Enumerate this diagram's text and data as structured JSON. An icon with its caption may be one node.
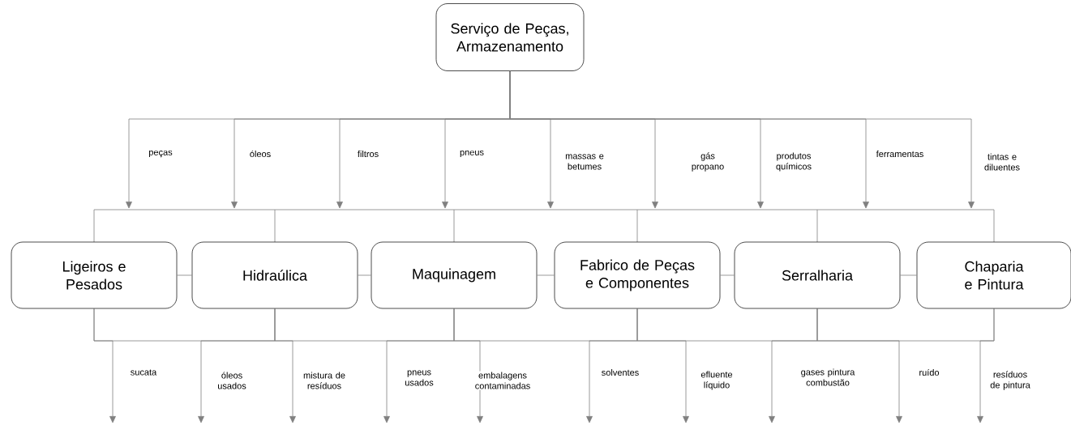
{
  "diagram": {
    "nodes": [
      {
        "text": [
          "Serviço de Peças, Armazenamento"
        ]
      },
      {
        "text": [
          "Ligeiros e Pesados"
        ]
      },
      {
        "text": [
          "Hidraúlica"
        ]
      },
      {
        "text": [
          "Maquinagem"
        ]
      },
      {
        "text": [
          "Fabrico de Peças e Componentes"
        ]
      },
      {
        "text": [
          "Serralharia"
        ]
      },
      {
        "text": [
          "Chaparia e Pintura"
        ]
      }
    ],
    "edges": [
      {
        "from": 0,
        "to": null,
        "arrow": "to",
        "label": "peças"
      },
      {
        "from": 0,
        "to": null,
        "arrow": "to",
        "label": "óleos"
      },
      {
        "from": 0,
        "to": null,
        "arrow": "to",
        "label": "filtros"
      },
      {
        "from": 0,
        "to": null,
        "arrow": "to",
        "label": "pneus"
      },
      {
        "from": 0,
        "to": null,
        "arrow": "to",
        "label": "massas e betumes"
      },
      {
        "from": 0,
        "to": null,
        "arrow": "to",
        "label": "gás propano"
      },
      {
        "from": 0,
        "to": null,
        "arrow": "to",
        "label": "produtos químicos"
      },
      {
        "from": 0,
        "to": null,
        "arrow": "to",
        "label": "ferramentas"
      },
      {
        "from": 0,
        "to": null,
        "arrow": "to",
        "label": "tintas e diluentes"
      },
      {
        "from": 1,
        "to": 2,
        "arrow": "none"
      },
      {
        "from": 2,
        "to": 3,
        "arrow": "none"
      },
      {
        "from": 3,
        "to": 4,
        "arrow": "none"
      },
      {
        "from": 4,
        "to": 5,
        "arrow": "none"
      },
      {
        "from": 5,
        "to": 6,
        "arrow": "none"
      },
      {
        "from": 1,
        "to": null,
        "arrow": "to",
        "label": "sucata"
      },
      {
        "from": 2,
        "to": null,
        "arrow": "to",
        "label": "óleos usados"
      },
      {
        "from": 2,
        "to": null,
        "arrow": "to",
        "label": "mistura de resíduos"
      },
      {
        "from": 3,
        "to": null,
        "arrow": "to",
        "label": "pneus usados"
      },
      {
        "from": 3,
        "to": null,
        "arrow": "to",
        "label": "embalagens contaminadas"
      },
      {
        "from": 4,
        "to": null,
        "arrow": "to",
        "label": "solventes"
      },
      {
        "from": 4,
        "to": null,
        "arrow": "to",
        "label": "efluente líquido"
      },
      {
        "from": 5,
        "to": null,
        "arrow": "to",
        "label": "gases pintura combustão"
      },
      {
        "from": 5,
        "to": null,
        "arrow": "to",
        "label": "ruído"
      },
      {
        "from": 6,
        "to": null,
        "arrow": "to",
        "label": "resíduos de pintura"
      }
    ]
  }
}
